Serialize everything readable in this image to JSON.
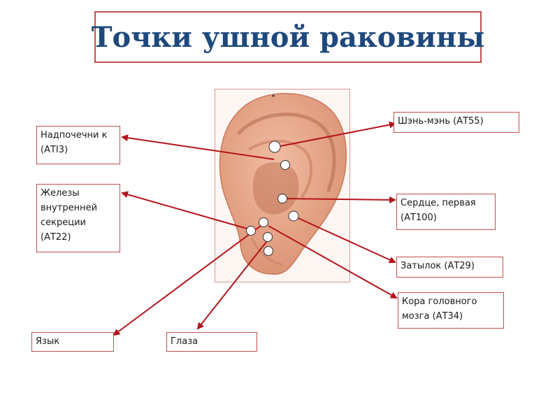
{
  "title": "Точки ушной раковины",
  "colors": {
    "title": "#1f497d",
    "border": "#c0504d",
    "arrow": "#b3151b",
    "skin": "#e7a88b",
    "skin_dark": "#c8795c"
  },
  "labels": {
    "adrenal": "Надпочечни к (АТI3)",
    "endocrine": "Железы внутренней секреции (АТ22)",
    "tongue": "Язык",
    "eyes": "Глаза",
    "shenmen": "Шэнь-мэнь (АТ55)",
    "heart": "Сердце, первая (АТ100)",
    "occiput": "Затылок (АТ29)",
    "cortex": "Кора головного мозга (АТ34)"
  }
}
